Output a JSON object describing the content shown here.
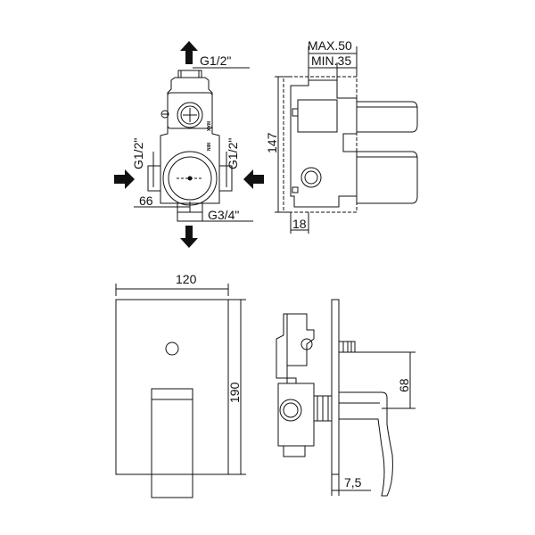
{
  "labels": {
    "g12_top": "G1/2\"",
    "g12_left": "G1/2\"",
    "g12_right": "G1/2\"",
    "g34": "G3/4\"",
    "d66": "66",
    "max50": "MAX.50",
    "min35": "MIN.35",
    "d147": "147",
    "d18": "18",
    "d120": "120",
    "d190": "190",
    "d68": "68",
    "d75": "7,5",
    "max_mark": "MAX",
    "min_mark": "MIN"
  },
  "colors": {
    "line": "#111111",
    "arrow": "#111111",
    "background": "#ffffff"
  },
  "icons": {
    "arrow_top": "arrow-up-icon",
    "arrow_left": "arrow-right-icon",
    "arrow_right": "arrow-left-icon",
    "arrow_bottom": "arrow-down-icon"
  }
}
